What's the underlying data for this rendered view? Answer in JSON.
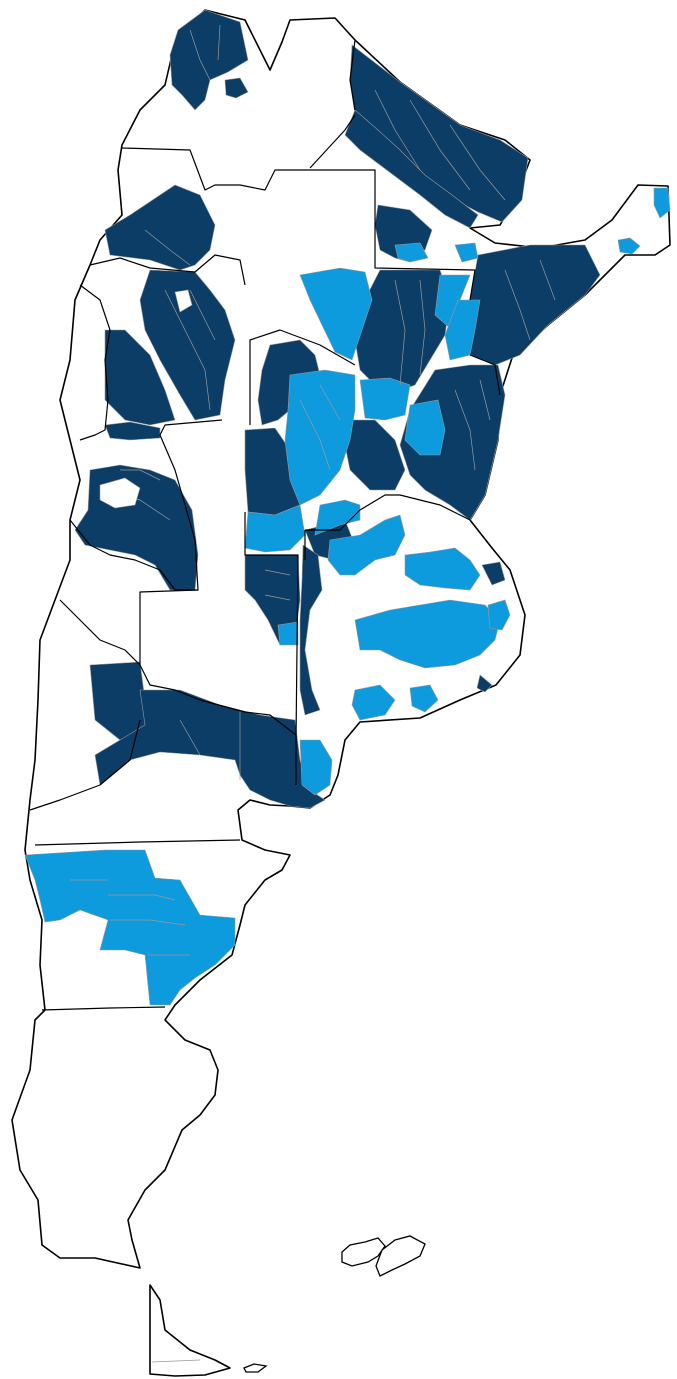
{
  "map": {
    "colors": {
      "background": "#ffffff",
      "land": "#ffffff",
      "outline": "#000000",
      "dark_category": "#0b3d66",
      "light_category": "#0d9bdd",
      "department_border": "#9a9a9a"
    },
    "categories": [
      "dark",
      "light",
      "none"
    ]
  }
}
